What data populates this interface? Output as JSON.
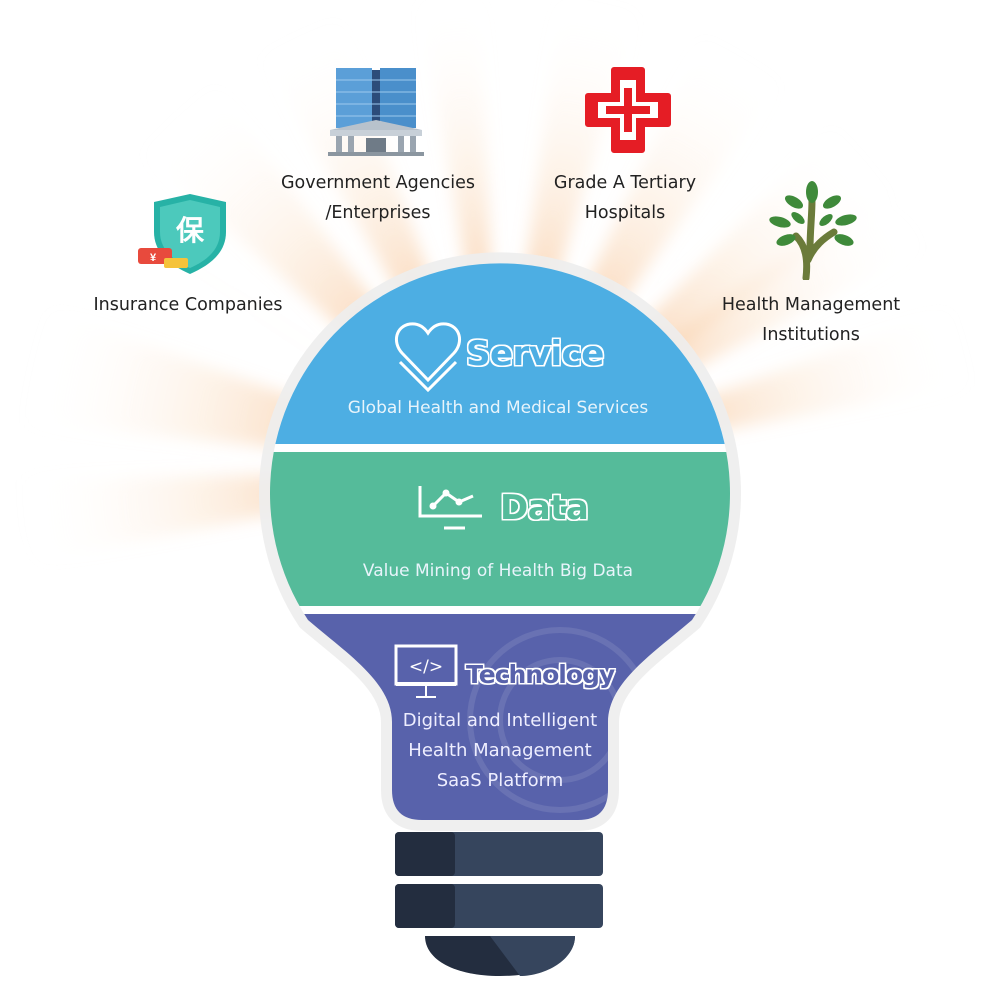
{
  "stakeholders": [
    {
      "label_lines": [
        "Insurance Companies"
      ],
      "icon": "insurance-shield-icon"
    },
    {
      "label_lines": [
        "Government Agencies",
        "/Enterprises"
      ],
      "icon": "government-building-icon"
    },
    {
      "label_lines": [
        "Grade A Tertiary",
        "Hospitals"
      ],
      "icon": "hospital-cross-icon"
    },
    {
      "label_lines": [
        "Health Management",
        "Institutions"
      ],
      "icon": "tree-icon"
    }
  ],
  "insurance_icon_char": "保",
  "insurance_yen": "¥",
  "layers": {
    "service": {
      "title": "Service",
      "subtitle": "Global Health and Medical Services",
      "color": "#4daee3",
      "icon": "heart-icon"
    },
    "data": {
      "title": "Data",
      "subtitle": "Value Mining of Health Big Data",
      "color": "#55bb9a",
      "icon": "line-chart-icon"
    },
    "technology": {
      "title": "Technology",
      "subtitle_lines": [
        "Digital and Intelligent",
        "Health Management",
        "SaaS Platform"
      ],
      "color": "#5862ab",
      "icon": "code-monitor-icon"
    }
  },
  "colors": {
    "base_dark": "#232d3f",
    "base_light": "#36455d"
  }
}
